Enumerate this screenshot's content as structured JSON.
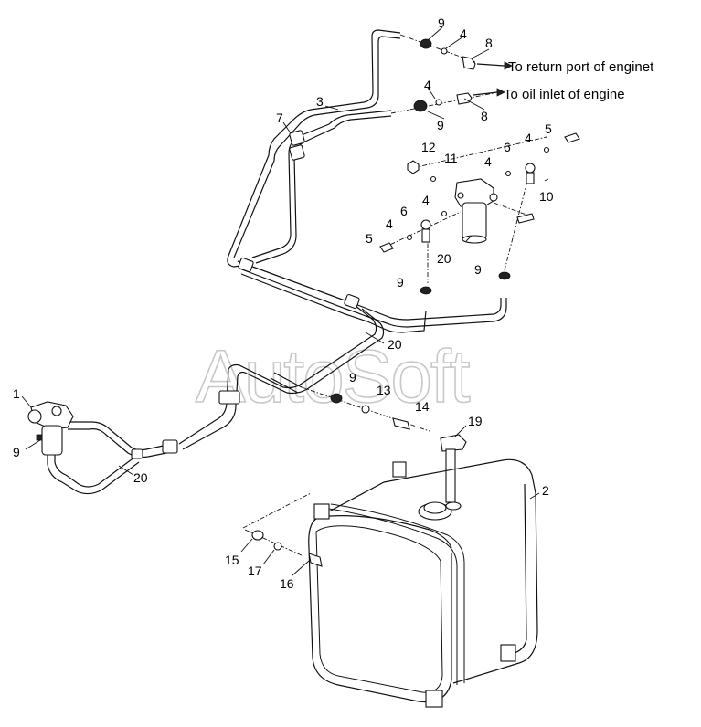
{
  "watermark": "AutoSoft",
  "notes": {
    "return_port": "To return port of enginet",
    "oil_inlet": "To oil inlet of engine"
  },
  "callouts": {
    "c1": "1",
    "c2": "2",
    "c3": "3",
    "c4a": "4",
    "c4b": "4",
    "c4c": "4",
    "c4d": "4",
    "c4e": "4",
    "c4f": "4",
    "c5a": "5",
    "c5b": "5",
    "c6a": "6",
    "c6b": "6",
    "c7": "7",
    "c8a": "8",
    "c8b": "8",
    "c9a": "9",
    "c9b": "9",
    "c9c": "9",
    "c9d": "9",
    "c9e": "9",
    "c9f": "9",
    "c10": "10",
    "c11": "11",
    "c12": "12",
    "c13": "13",
    "c14": "14",
    "c15": "15",
    "c16": "16",
    "c17": "17",
    "c19": "19",
    "c20a": "20",
    "c20b": "20",
    "c20c": "20"
  }
}
